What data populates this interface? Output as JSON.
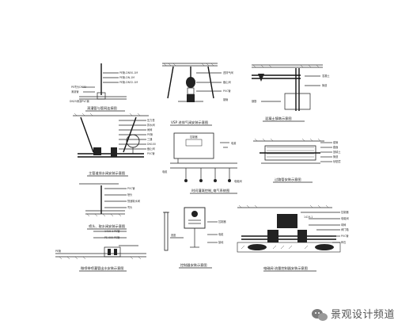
{
  "drawings": [
    {
      "id": "d1",
      "caption": "滴灌管与管网连接图",
      "labels": [
        "PE管-DN50-1M",
        "PE管-DN-1M",
        "PE管-DN32-1M",
        "PE弯头DN32",
        "滴灌管",
        "DN25滴灌PVC管"
      ]
    },
    {
      "id": "d2",
      "caption": "VSP 进排气阀安装示意图",
      "labels": [
        "进排气阀",
        "截止阀",
        "PVC管",
        "钢管"
      ]
    },
    {
      "id": "d3",
      "caption": "混凝土镇墩示意图",
      "labels": [
        "混凝土",
        "管道",
        "钢筋"
      ]
    },
    {
      "id": "d4",
      "caption": "主管道排水阀安装示意图",
      "labels": [
        "压力表",
        "排水阀",
        "闸阀",
        "PE管",
        "三通",
        "DN100",
        "截止阀",
        "PVC管"
      ]
    },
    {
      "id": "d5",
      "caption": "时间灌溉控制_电气系统图",
      "labels": [
        "控制器",
        "电磁阀",
        "电缆",
        "电源"
      ]
    },
    {
      "id": "d6",
      "caption": "过路管安装示意图",
      "labels": [
        "套管",
        "路面",
        "回填土",
        "管道",
        "砂垫层"
      ]
    },
    {
      "id": "d7",
      "caption": "喷头、取水阀安装示意图",
      "labels": [
        "PVC管",
        "喷头",
        "快速取水阀",
        "弯头"
      ]
    },
    {
      "id": "d8",
      "caption": "控制器安装示意图",
      "labels": [
        "控制器",
        "电缆",
        "接地",
        "底座"
      ]
    },
    {
      "id": "d9",
      "caption": "电磁阀·流量控制器安装示意图",
      "labels": [
        "控制器",
        "电磁阀",
        "球阀",
        "阀门箱",
        "PVC管",
        "碎石",
        "1419-1"
      ]
    },
    {
      "id": "d10",
      "caption": "微喷带喷灌管出水安装示意图",
      "labels": [
        "1419-1 PE管",
        "PE-000 PE管",
        "PE管"
      ]
    }
  ],
  "watermark": {
    "icon": "wechat-icon",
    "text": "景观设计频道"
  }
}
